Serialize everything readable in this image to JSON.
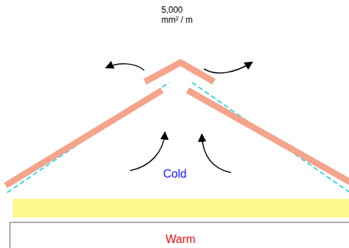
{
  "diagram": {
    "labels": [
      "5,000 mm² / m",
      "Cold",
      "Warm"
    ]
  }
}
